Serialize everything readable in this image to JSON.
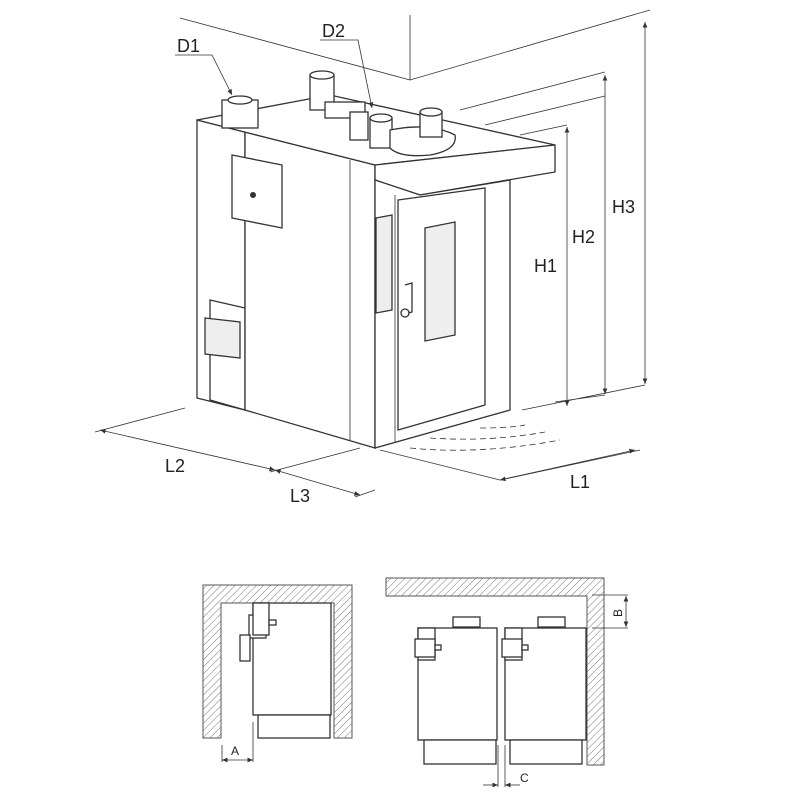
{
  "labels": {
    "d1": "D1",
    "d2": "D2",
    "h1": "H1",
    "h2": "H2",
    "h3": "H3",
    "l1": "L1",
    "l2": "L2",
    "l3": "L3",
    "a": "A",
    "b": "B",
    "c": "C"
  }
}
